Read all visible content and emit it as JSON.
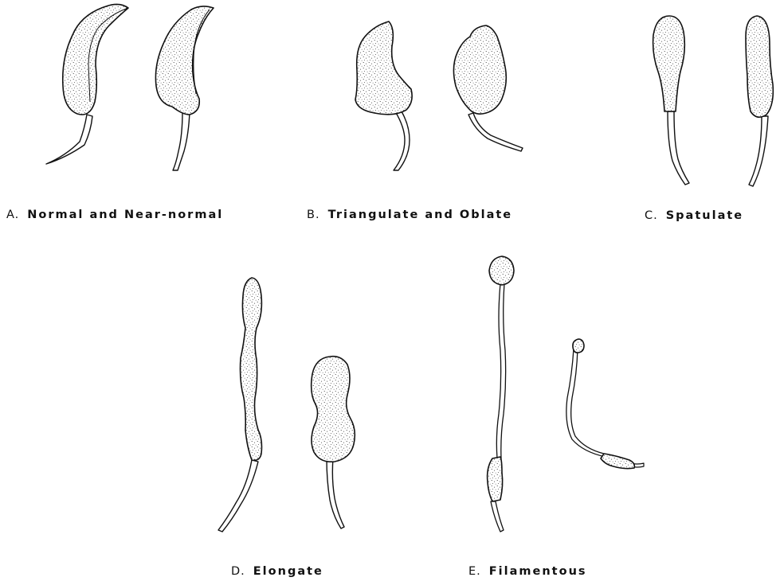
{
  "figure": {
    "panels": [
      {
        "letter": "A.",
        "name": "Normal and Near-normal"
      },
      {
        "letter": "B.",
        "name": "Triangulate and Oblate"
      },
      {
        "letter": "C.",
        "name": "Spatulate"
      },
      {
        "letter": "D.",
        "name": "Elongate"
      },
      {
        "letter": "E.",
        "name": "Filamentous"
      }
    ]
  }
}
